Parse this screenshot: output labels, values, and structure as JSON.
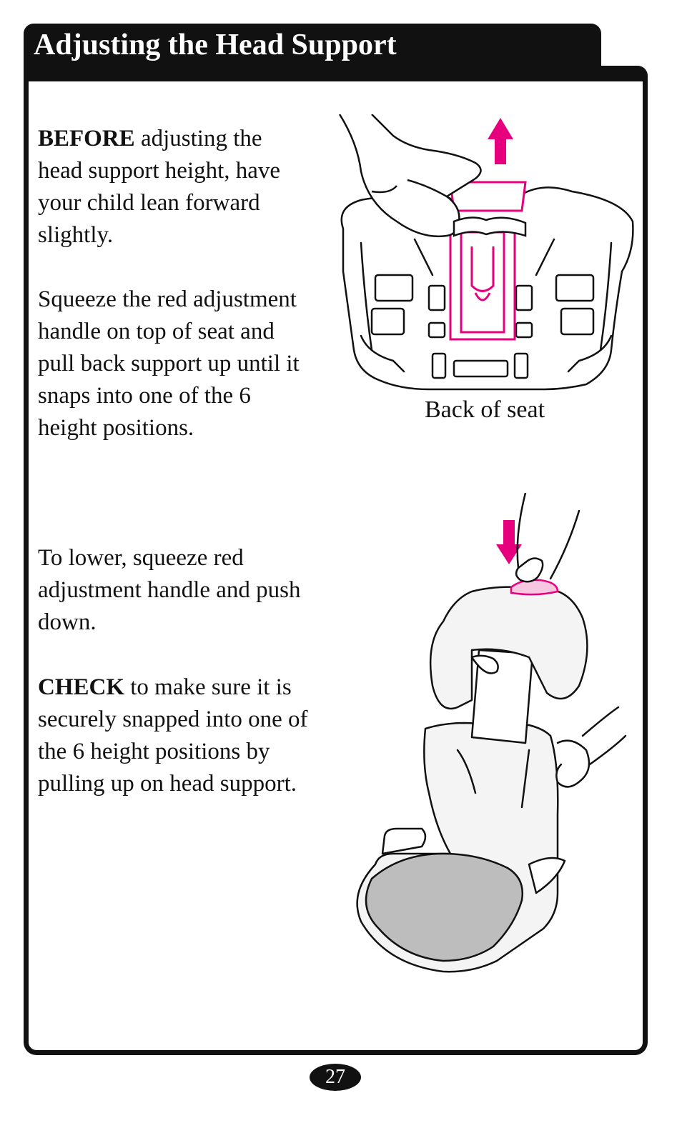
{
  "header": {
    "title": "Adjusting the Head Support"
  },
  "instructions": {
    "step1_bold": "BEFORE",
    "step1_rest": " adjusting the head support height, have your child lean forward slightly.",
    "step2": "Squeeze the red adjustment handle on top of seat and pull back support up until it snaps into one of the 6 height positions.",
    "step3": "To lower, squeeze red adjustment handle and push down.",
    "step4_bold": "CHECK",
    "step4_rest": " to make sure it is securely snapped into one of the 6 height positions by pulling up on head support."
  },
  "figures": {
    "back_caption": "Back of seat"
  },
  "footer": {
    "page_number": "27"
  },
  "colors": {
    "accent_magenta": "#e6007e",
    "ink": "#111111",
    "seat_fill": "#f4f4f4"
  }
}
